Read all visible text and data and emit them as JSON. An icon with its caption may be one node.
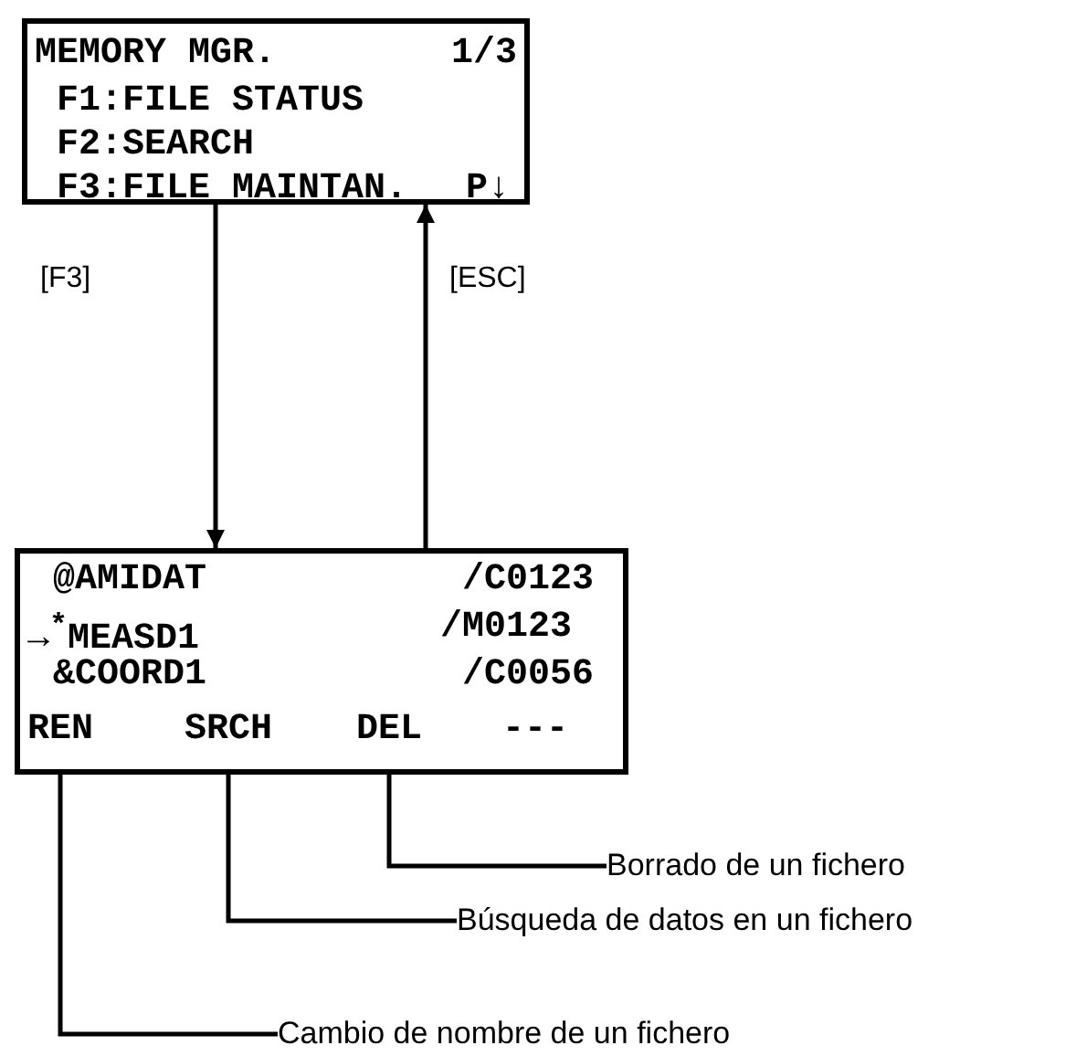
{
  "diagram": {
    "nodes": [
      {
        "text": [
          "MEMORY MGR.",
          "1/3",
          "F1:FILE STATUS",
          "F2:SEARCH",
          "F3:FILE MAINTAN.",
          "P↓"
        ]
      },
      {
        "text": [
          "@AMIDAT",
          "/C0123",
          "→$^{*}$MEASD1",
          "/M0123",
          "&COORD1",
          "/C0056"
        ]
      },
      {
        "text": [
          "REN"
        ],
        "in": 1
      },
      {
        "text": [
          "SRCH"
        ],
        "in": 1
      },
      {
        "text": [
          "DEL"
        ],
        "in": 1
      },
      {
        "text": [
          "---"
        ],
        "in": 1
      },
      {
        "text": [
          "Borrado de un fichero"
        ]
      },
      {
        "text": [
          "Búsqueda de datos en un fichero"
        ]
      },
      {
        "text": [
          "Cambio de nombre de un fichero"
        ]
      }
    ],
    "edges": [
      {
        "from": 0,
        "to": 1,
        "arrow": "to",
        "label": "[F3]"
      },
      {
        "from": 1,
        "to": 0,
        "arrow": "to",
        "label": "[ESC]"
      },
      {
        "from": 6,
        "to": 4,
        "arrow": "none"
      },
      {
        "from": 7,
        "to": 3,
        "arrow": "none"
      },
      {
        "from": 8,
        "to": 2,
        "arrow": "none"
      }
    ]
  }
}
